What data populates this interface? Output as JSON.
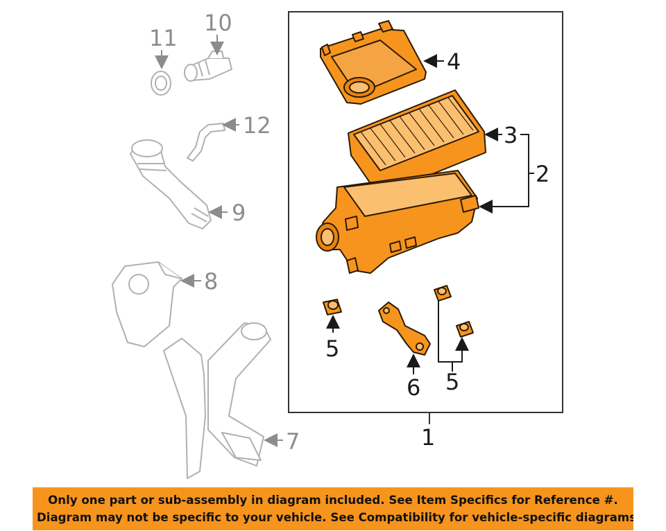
{
  "diagram": {
    "callouts": {
      "n1": "1",
      "n2": "2",
      "n3": "3",
      "n4": "4",
      "n5a": "5",
      "n5b": "5",
      "n6": "6",
      "n7": "7",
      "n8": "8",
      "n9": "9",
      "n10": "10",
      "n11": "11",
      "n12": "12"
    },
    "colors": {
      "highlight_part": "#f7941d",
      "highlight_stroke": "#2b1a05",
      "other_part_stroke": "#b0b0b0",
      "frame": "#333333"
    }
  },
  "footer": {
    "line1": "Only one part or sub-assembly in diagram included. See Item Specifics for Reference #.",
    "line2": "Diagram may not be specific to your vehicle. See Compatibility for vehicle-specific diagrams.",
    "background": "#f7941d"
  }
}
